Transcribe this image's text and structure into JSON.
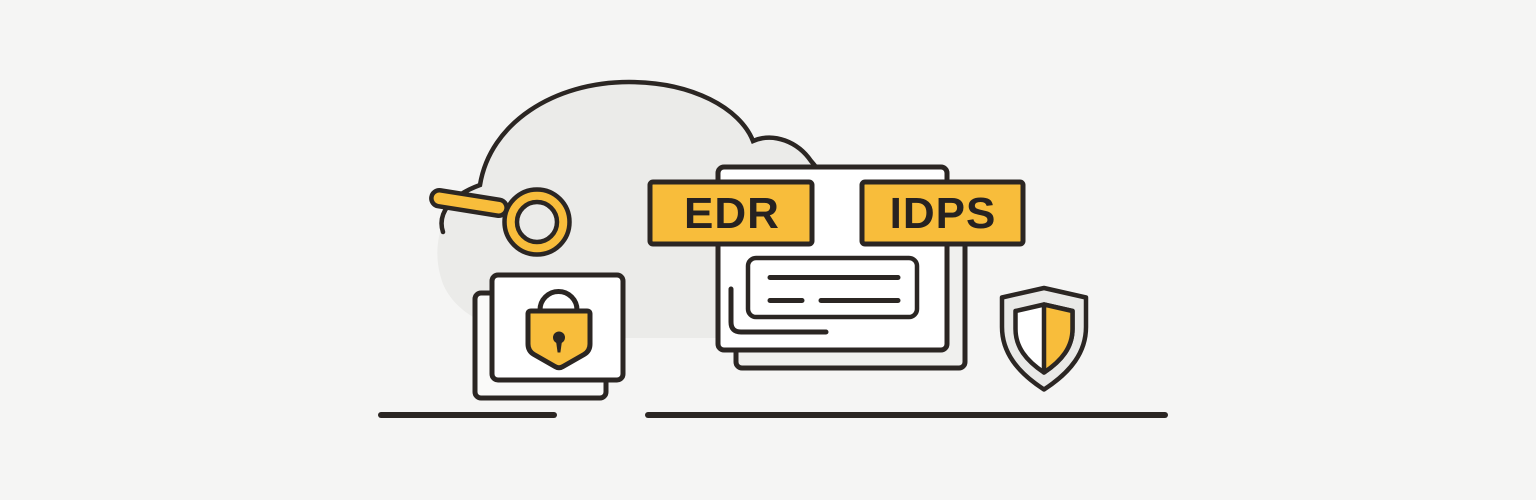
{
  "illustration": {
    "description": "Cloud security illustration with EDR and IDPS labels",
    "background_color": "#F5F5F4",
    "badges": [
      {
        "id": "edr",
        "label": "EDR"
      },
      {
        "id": "idps",
        "label": "IDPS"
      }
    ],
    "icons": [
      {
        "name": "cloud-icon"
      },
      {
        "name": "magnifying-glass-icon"
      },
      {
        "name": "padlock-icon"
      },
      {
        "name": "stacked-cards-icon"
      },
      {
        "name": "document-card-icon"
      },
      {
        "name": "shield-icon"
      }
    ],
    "colors": {
      "accent_yellow": "#F8BD3B",
      "outline_dark": "#2B2623",
      "cloud_gray": "#EBEBE9",
      "card_white": "#FFFFFF",
      "card_back_gray": "#F0F0EE",
      "shield_gray": "#E9E9E7",
      "text_dark": "#262221",
      "background": "#F5F5F4"
    }
  }
}
